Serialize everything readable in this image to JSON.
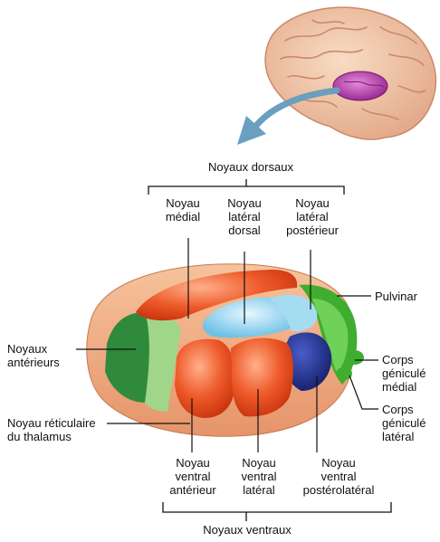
{
  "labels": {
    "dorsal_group": "Noyaux dorsaux",
    "medial": [
      "Noyau",
      "médial"
    ],
    "lateral_dorsal": [
      "Noyau",
      "latéral",
      "dorsal"
    ],
    "lateral_posterior": [
      "Noyau",
      "latéral",
      "postérieur"
    ],
    "pulvinar": "Pulvinar",
    "anterior": [
      "Noyaux",
      "antérieurs"
    ],
    "medial_geniculate": [
      "Corps",
      "géniculé",
      "médial"
    ],
    "reticular": [
      "Noyau réticulaire",
      "du thalamus"
    ],
    "lateral_geniculate": [
      "Corps",
      "géniculé",
      "latéral"
    ],
    "ventral_anterior": [
      "Noyau",
      "ventral",
      "antérieur"
    ],
    "ventral_lateral": [
      "Noyau",
      "ventral",
      "latéral"
    ],
    "ventral_posterolateral": [
      "Noyau",
      "ventral",
      "postérolatéral"
    ],
    "ventral_group": "Noyaux ventraux"
  },
  "colors": {
    "brain": "#f2c8a8",
    "brain_fold": "#d99a7a",
    "thalamus_highlight": "#b23aa8",
    "capsule": "#e9a27a",
    "anterior_green": "#2f8a3c",
    "light_green": "#9fd68a",
    "red_orange": "#e8471c",
    "light_blue": "#8fd3ee",
    "dark_blue": "#1f2f8f",
    "pulvinar_green": "#3fae2f",
    "arrow": "#6a9fbf",
    "line": "#111111"
  }
}
